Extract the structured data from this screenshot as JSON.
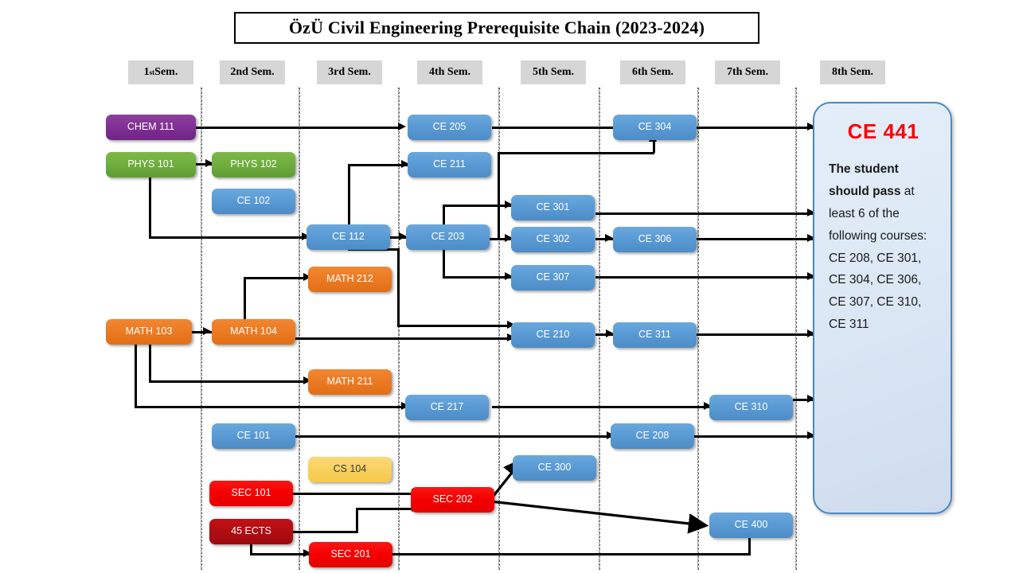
{
  "title": "ÖzÜ Civil Engineering Prerequisite Chain (2023-2024)",
  "semesters": [
    {
      "label": "1",
      "suffix": "st",
      "tail": " Sem."
    },
    {
      "label": "2nd Sem."
    },
    {
      "label": "3rd Sem."
    },
    {
      "label": "4th Sem."
    },
    {
      "label": "5th Sem."
    },
    {
      "label": "6th Sem."
    },
    {
      "label": "7th Sem."
    },
    {
      "label": "8th Sem."
    }
  ],
  "colors": {
    "blue": "#5b9bd5",
    "green": "#6fae3e",
    "purple": "#7e2f92",
    "orange": "#ec7a22",
    "red": "#f40000",
    "darkred": "#b00d12",
    "yellow": "#f8d05f",
    "panel_border": "#4a87c4",
    "panel_fill": "#dce8f5",
    "panel_title": "#ff0000",
    "header_fill": "#d6d6d6",
    "connector": "#000000"
  },
  "courses": [
    {
      "id": "chem111",
      "label": "CHEM 111",
      "color": "purple",
      "semester": 1
    },
    {
      "id": "phys101",
      "label": "PHYS 101",
      "color": "green",
      "semester": 1
    },
    {
      "id": "math103",
      "label": "MATH 103",
      "color": "orange",
      "semester": 1
    },
    {
      "id": "phys102",
      "label": "PHYS 102",
      "color": "green",
      "semester": 2
    },
    {
      "id": "ce102",
      "label": "CE 102",
      "color": "blue",
      "semester": 2
    },
    {
      "id": "math104",
      "label": "MATH 104",
      "color": "orange",
      "semester": 2
    },
    {
      "id": "ce101",
      "label": "CE 101",
      "color": "blue",
      "semester": 2
    },
    {
      "id": "sec101",
      "label": "SEC 101",
      "color": "red",
      "semester": 2
    },
    {
      "id": "ects45",
      "label": "45 ECTS",
      "color": "darkred",
      "semester": 2
    },
    {
      "id": "ce112",
      "label": "CE 112",
      "color": "blue",
      "semester": 3
    },
    {
      "id": "math212",
      "label": "MATH 212",
      "color": "orange",
      "semester": 3
    },
    {
      "id": "math211",
      "label": "MATH 211",
      "color": "orange",
      "semester": 3
    },
    {
      "id": "cs104",
      "label": "CS 104",
      "color": "yellow",
      "semester": 3
    },
    {
      "id": "sec201",
      "label": "SEC 201",
      "color": "red",
      "semester": 3
    },
    {
      "id": "ce205",
      "label": "CE 205",
      "color": "blue",
      "semester": 4
    },
    {
      "id": "ce211",
      "label": "CE 211",
      "color": "blue",
      "semester": 4
    },
    {
      "id": "ce203",
      "label": "CE 203",
      "color": "blue",
      "semester": 4
    },
    {
      "id": "ce217",
      "label": "CE 217",
      "color": "blue",
      "semester": 4
    },
    {
      "id": "sec202",
      "label": "SEC 202",
      "color": "red",
      "semester": 4
    },
    {
      "id": "ce301",
      "label": "CE 301",
      "color": "blue",
      "semester": 5
    },
    {
      "id": "ce302",
      "label": "CE 302",
      "color": "blue",
      "semester": 5
    },
    {
      "id": "ce307",
      "label": "CE 307",
      "color": "blue",
      "semester": 5
    },
    {
      "id": "ce210",
      "label": "CE 210",
      "color": "blue",
      "semester": 5
    },
    {
      "id": "ce300",
      "label": "CE 300",
      "color": "blue",
      "semester": 5
    },
    {
      "id": "ce304",
      "label": "CE 304",
      "color": "blue",
      "semester": 6
    },
    {
      "id": "ce306",
      "label": "CE 306",
      "color": "blue",
      "semester": 6
    },
    {
      "id": "ce311",
      "label": "CE 311",
      "color": "blue",
      "semester": 6
    },
    {
      "id": "ce208",
      "label": "CE 208",
      "color": "blue",
      "semester": 6
    },
    {
      "id": "ce310",
      "label": "CE 310",
      "color": "blue",
      "semester": 7
    },
    {
      "id": "ce400",
      "label": "CE 400",
      "color": "blue",
      "semester": 7
    }
  ],
  "panel": {
    "title": "CE 441",
    "bold_text": "The student should pass",
    "rest_text": " at least 6 of the following courses: CE 208, CE 301, CE 304, CE 306, CE 307, CE 310, CE 311"
  },
  "edges": [
    {
      "from": "chem111",
      "to": "ce441"
    },
    {
      "from": "phys101",
      "to": "phys102"
    },
    {
      "from": "phys101",
      "to": "ce112"
    },
    {
      "from": "math103",
      "to": "math104"
    },
    {
      "from": "math103",
      "to": "math211"
    },
    {
      "from": "math103",
      "to": "ce217"
    },
    {
      "from": "math104",
      "to": "math212"
    },
    {
      "from": "math104",
      "to": "ce210"
    },
    {
      "from": "ce112",
      "to": "ce211"
    },
    {
      "from": "ce112",
      "to": "ce203"
    },
    {
      "from": "ce112",
      "to": "ce210"
    },
    {
      "from": "ce203",
      "to": "ce301"
    },
    {
      "from": "ce203",
      "to": "ce302"
    },
    {
      "from": "ce203",
      "to": "ce307"
    },
    {
      "from": "ce203",
      "to": "ce304"
    },
    {
      "from": "ce205",
      "to": "ce441"
    },
    {
      "from": "ce301",
      "to": "ce441"
    },
    {
      "from": "ce302",
      "to": "ce306"
    },
    {
      "from": "ce306",
      "to": "ce441"
    },
    {
      "from": "ce307",
      "to": "ce441"
    },
    {
      "from": "ce210",
      "to": "ce311"
    },
    {
      "from": "ce311",
      "to": "ce441"
    },
    {
      "from": "ce304",
      "to": "ce441"
    },
    {
      "from": "ce217",
      "to": "ce310"
    },
    {
      "from": "ce310",
      "to": "ce441"
    },
    {
      "from": "ce101",
      "to": "ce208"
    },
    {
      "from": "ce208",
      "to": "ce441"
    },
    {
      "from": "sec101",
      "to": "sec202"
    },
    {
      "from": "ects45",
      "to": "sec202"
    },
    {
      "from": "ects45",
      "to": "sec201"
    },
    {
      "from": "sec202",
      "to": "ce300"
    },
    {
      "from": "sec202",
      "to": "ce400"
    },
    {
      "from": "sec201",
      "to": "ce400"
    }
  ]
}
